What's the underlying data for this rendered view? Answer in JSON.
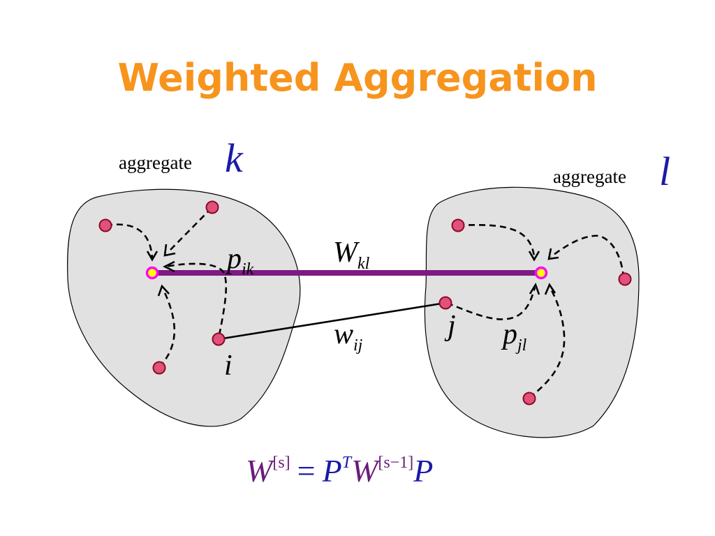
{
  "title": "Weighted Aggregation",
  "aggregate_k": {
    "word": "aggregate",
    "letter": "k"
  },
  "aggregate_l": {
    "word": "aggregate",
    "letter": "l"
  },
  "labels": {
    "p_ik_base": "p",
    "p_ik_sub": "ik",
    "W_kl_base": "W",
    "W_kl_sub": "kl",
    "w_ij_base": "w",
    "w_ij_sub": "ij",
    "p_jl_base": "p",
    "p_jl_sub": "jl",
    "node_i": "i",
    "node_j": "j"
  },
  "formula": {
    "W1": "W",
    "s1": "[s]",
    "eq": "=",
    "P1": "P",
    "T": "T",
    "W2": "W",
    "s2": "[s−1]",
    "P2": "P"
  },
  "colors": {
    "title": "#f7941d",
    "aggregate_letter": "#1a1aa6",
    "strong_edge": "#7d1a84",
    "weak_edge_label": "#e0001a",
    "node_fill": "#e0527a",
    "seed_fill": "#ffff00",
    "seed_ring": "#ff00ff",
    "formula_W": "#6a1b7a",
    "formula_P": "#1a1aa6"
  }
}
